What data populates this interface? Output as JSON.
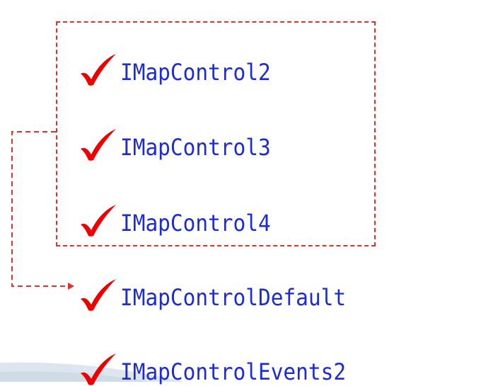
{
  "items": [
    {
      "label": "IMapControl2",
      "icon": "checkmark-icon",
      "grouped": true
    },
    {
      "label": "IMapControl3",
      "icon": "checkmark-icon",
      "grouped": true
    },
    {
      "label": "IMapControl4",
      "icon": "checkmark-icon",
      "grouped": true
    },
    {
      "label": "IMapControlDefault",
      "icon": "checkmark-icon",
      "grouped": false
    },
    {
      "label": "IMapControlEvents2",
      "icon": "checkmark-icon",
      "grouped": false
    }
  ],
  "colors": {
    "label": "#1c2ad8",
    "checkmark": "#ee0000",
    "dashed_line": "#e03030",
    "background": "#ffffff",
    "swoosh": "#dde6ee"
  }
}
